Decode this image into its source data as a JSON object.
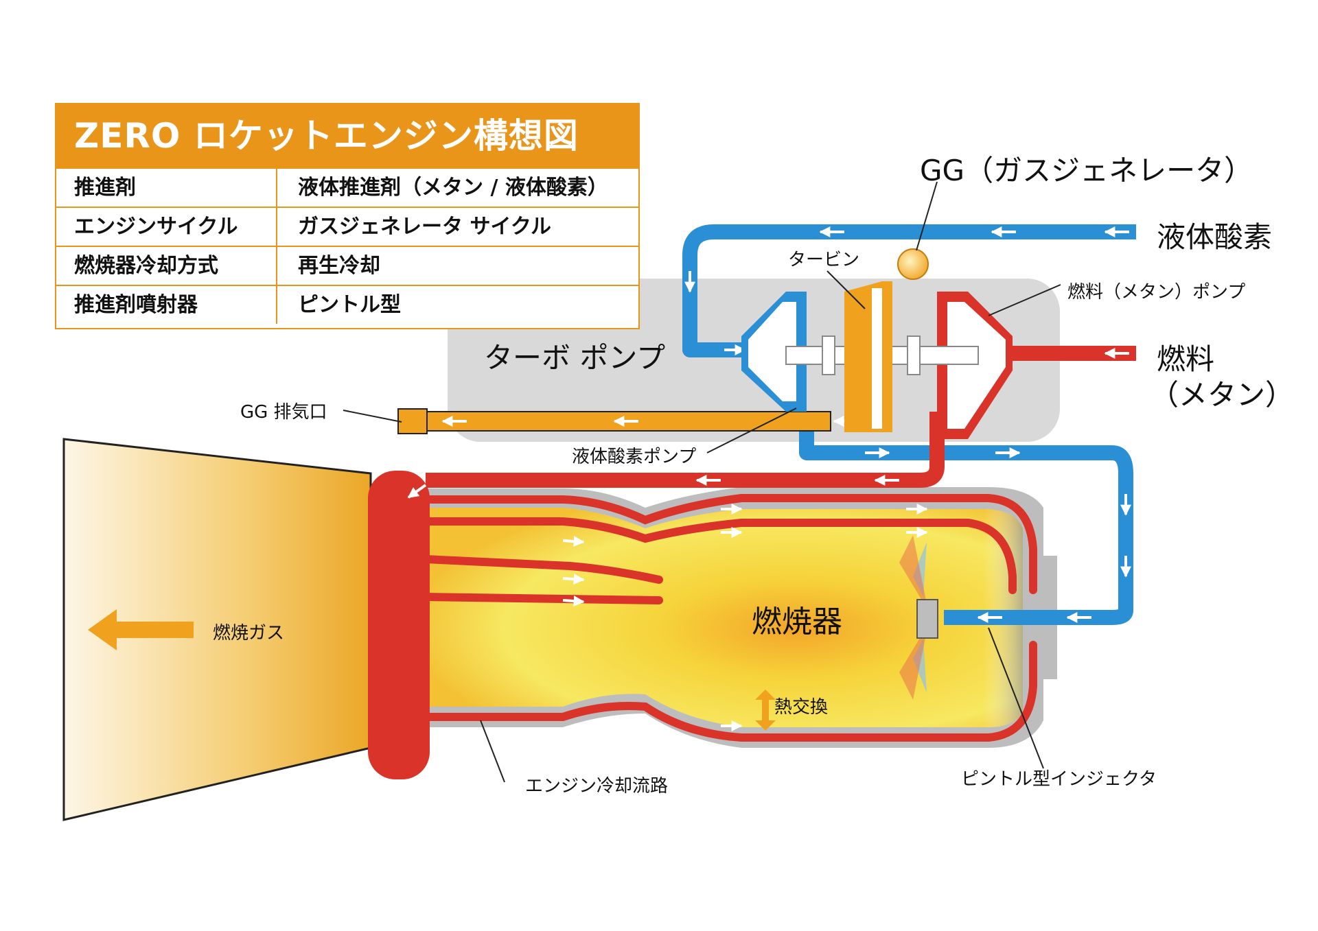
{
  "colors": {
    "lox": "#2a8fd4",
    "fuel": "#d9332a",
    "gg_exhaust": "#f0a21e",
    "accent": "#e8951a",
    "casing": "#bdbdbd",
    "housing": "#d9d9d9"
  },
  "spec_table": {
    "title": "ZERO ロケットエンジン構想図",
    "rows": [
      {
        "key": "推進剤",
        "value": "液体推進剤（メタン / 液体酸素）"
      },
      {
        "key": "エンジンサイクル",
        "value": "ガスジェネレータ サイクル"
      },
      {
        "key": "燃焼器冷却方式",
        "value": "再生冷却"
      },
      {
        "key": "推進剤噴射器",
        "value": "ピントル型"
      }
    ]
  },
  "labels": {
    "gg": "GG（ガスジェネレータ）",
    "lox": "液体酸素",
    "turbine": "タービン",
    "fuel_pump": "燃料（メタン）ポンプ",
    "fuel_line1": "燃料",
    "fuel_line2": "（メタン）",
    "turbopump": "ターボ ポンプ",
    "gg_exhaust": "GG 排気口",
    "lox_pump": "液体酸素ポンプ",
    "combustion_gas": "燃焼ガス",
    "combustor": "燃焼器",
    "heat_exchange": "熱交換",
    "cooling_channel": "エンジン冷却流路",
    "pintle_injector": "ピントル型インジェクタ"
  }
}
